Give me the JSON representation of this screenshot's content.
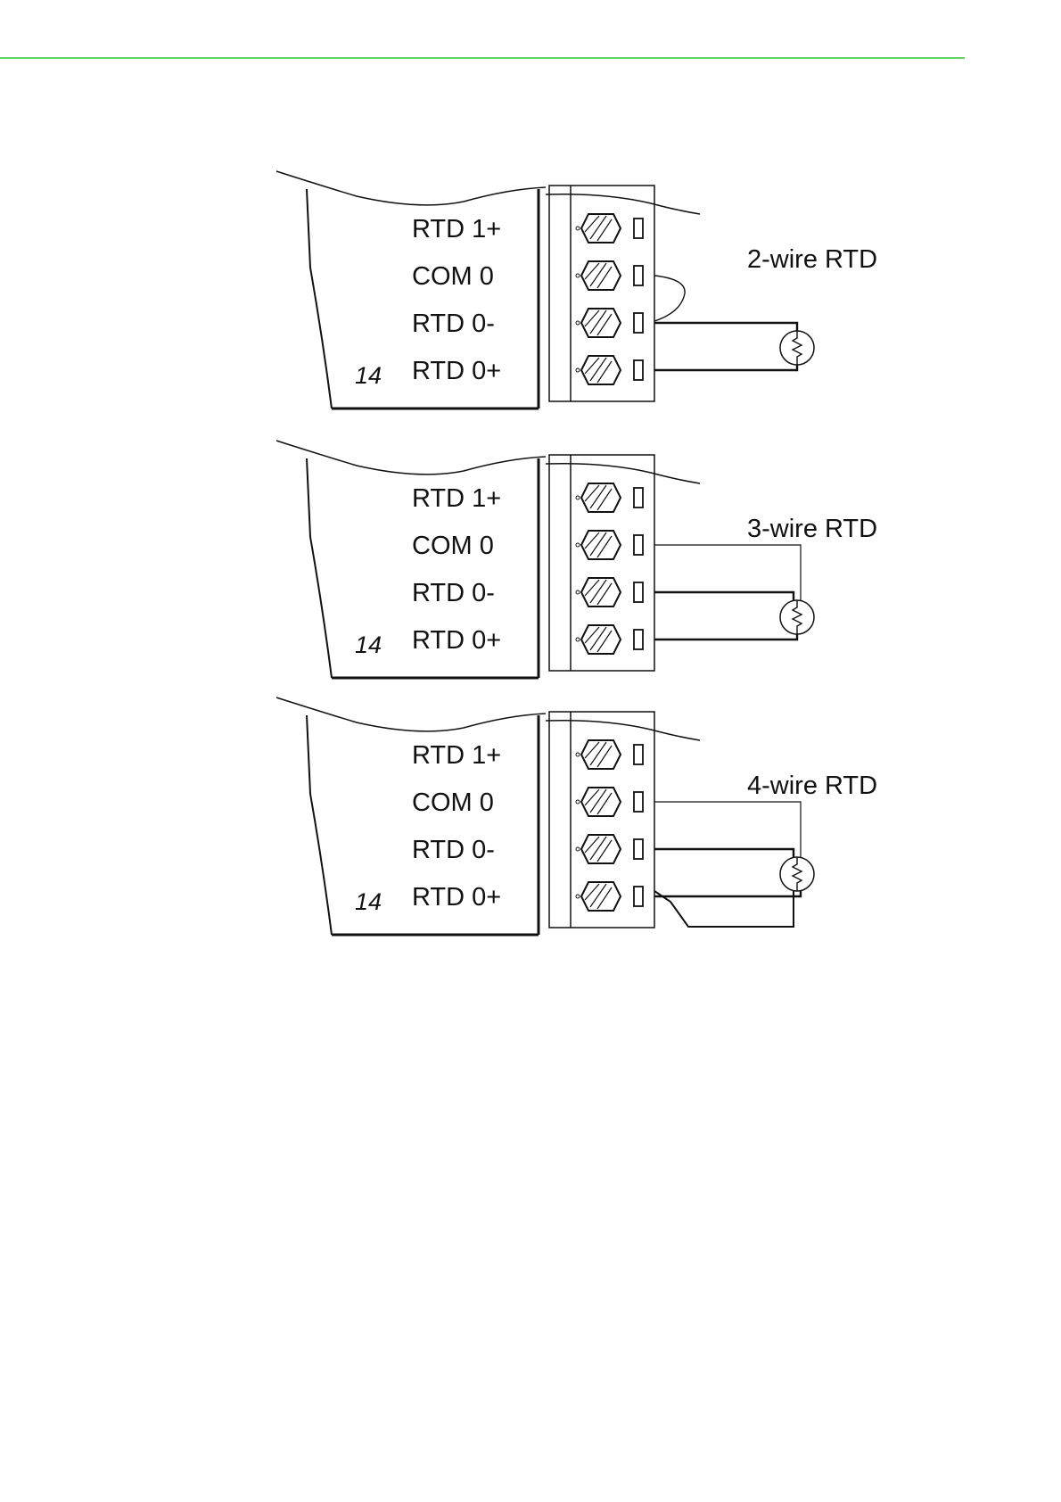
{
  "colors": {
    "rule": "#5fd35f",
    "ink": "#111111"
  },
  "diagrams": [
    {
      "title": "2-wire RTD",
      "pin_number": "14",
      "terminals": [
        "RTD 1+",
        "COM 0",
        "RTD 0-",
        "RTD 0+"
      ],
      "wiring": "2-wire"
    },
    {
      "title": "3-wire RTD",
      "pin_number": "14",
      "terminals": [
        "RTD 1+",
        "COM 0",
        "RTD 0-",
        "RTD 0+"
      ],
      "wiring": "3-wire"
    },
    {
      "title": "4-wire RTD",
      "pin_number": "14",
      "terminals": [
        "RTD 1+",
        "COM 0",
        "RTD 0-",
        "RTD 0+"
      ],
      "wiring": "4-wire"
    }
  ]
}
